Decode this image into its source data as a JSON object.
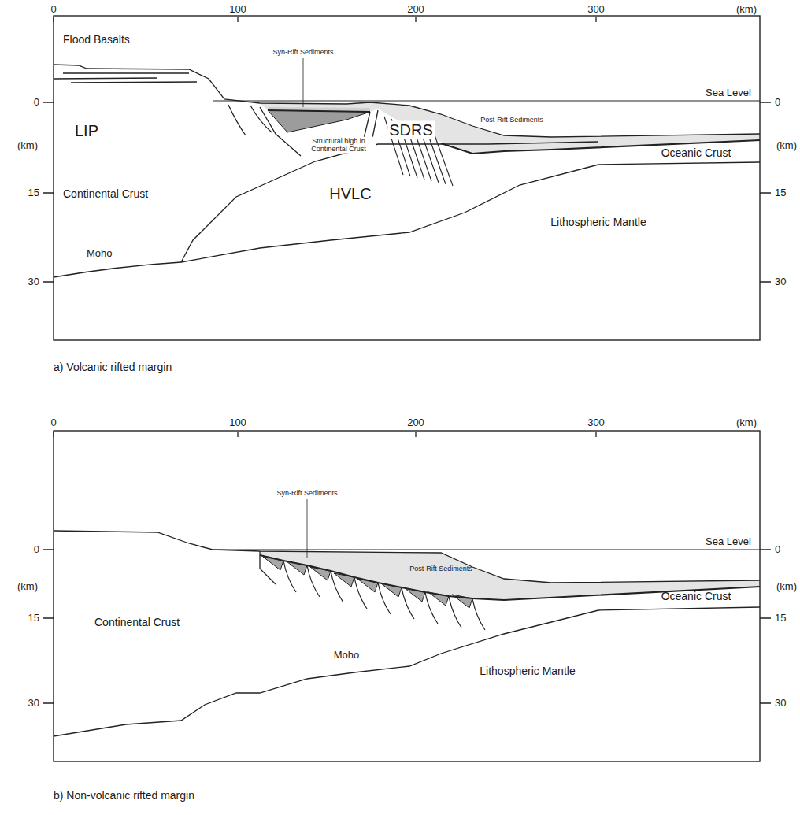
{
  "diagram": {
    "labels": [
      "0",
      "100",
      "200",
      "300",
      "(km)",
      "Flood Basalts",
      "Syn-Rift Sediments",
      "Sea Level",
      "0",
      "0",
      "LIP",
      "Structural high in Continental Crust",
      "SDRS",
      "Post-Rift Sediments",
      "(km)",
      "Oceanic Crust",
      "(km)",
      "15",
      "Continental Crust",
      "15",
      "HVLC",
      "Lithospheric Mantle",
      "30",
      "Moho",
      "30",
      "a) Volcanic rifted margin",
      "0",
      "100",
      "200",
      "300",
      "(km)",
      "Syn-Rift Sediments",
      "Sea Level",
      "0",
      "0",
      "Post-Rift Sediments",
      "(km)",
      "Oceanic Crust",
      "(km)",
      "15",
      "Continental Crust",
      "15",
      "Moho",
      "Lithospheric Mantle",
      "30",
      "30",
      "b) Non-volcanic rifted margin"
    ]
  }
}
